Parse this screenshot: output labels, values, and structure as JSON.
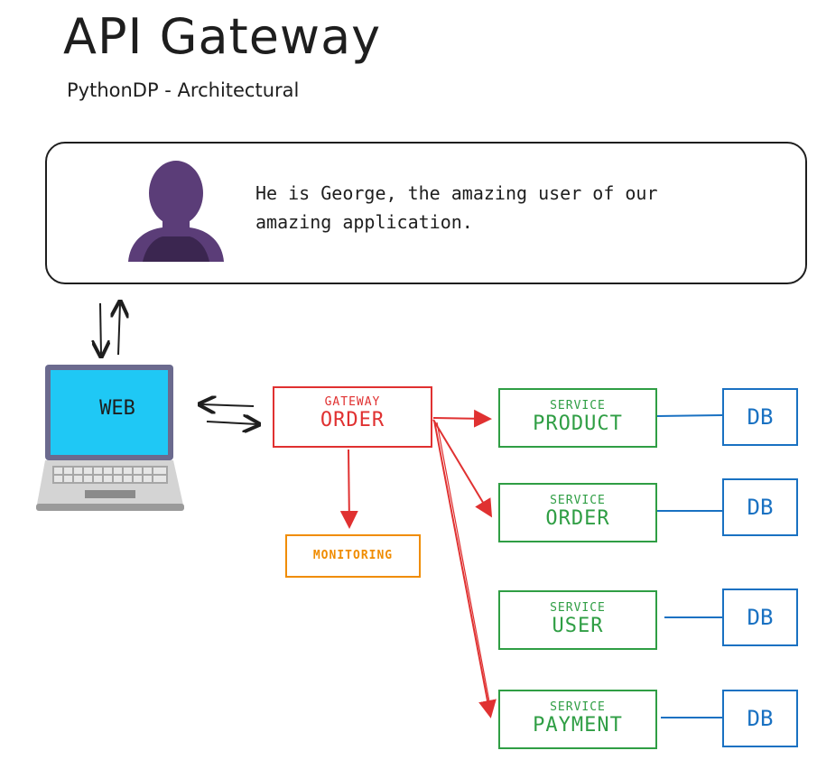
{
  "header": {
    "title": "API Gateway",
    "subtitle": "PythonDP - Architectural"
  },
  "user_card": {
    "avatar_icon": "person-silhouette-icon",
    "description": "He is George, the amazing user of our amazing application."
  },
  "client": {
    "icon": "laptop-icon",
    "label": "WEB"
  },
  "gateway": {
    "caption": "GATEWAY",
    "name": "ORDER"
  },
  "monitoring": {
    "label": "MONITORING"
  },
  "services": [
    {
      "caption": "SERVICE",
      "name": "PRODUCT",
      "db": "DB"
    },
    {
      "caption": "SERVICE",
      "name": "ORDER",
      "db": "DB"
    },
    {
      "caption": "SERVICE",
      "name": "USER",
      "db": "DB"
    },
    {
      "caption": "SERVICE",
      "name": "PAYMENT",
      "db": "DB"
    }
  ],
  "colors": {
    "gateway": "#e03131",
    "service": "#2f9e44",
    "database": "#1971c2",
    "monitoring": "#f08c00",
    "avatar": "#5b3d78",
    "laptop_screen": "#1fc8f5"
  }
}
